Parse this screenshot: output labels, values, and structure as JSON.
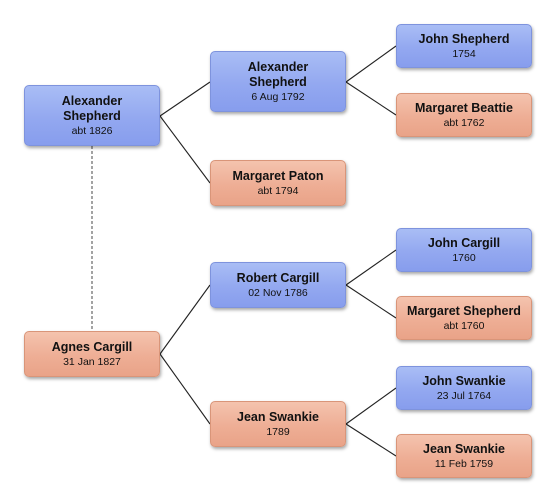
{
  "people": {
    "p1": {
      "name": "Alexander Shepherd",
      "date": "abt 1826",
      "sex": "male"
    },
    "p2": {
      "name": "Agnes Cargill",
      "date": "31 Jan 1827",
      "sex": "female"
    },
    "p3": {
      "name": "Alexander Shepherd",
      "date": "6 Aug 1792",
      "sex": "male"
    },
    "p4": {
      "name": "Margaret Paton",
      "date": "abt 1794",
      "sex": "female"
    },
    "p5": {
      "name": "Robert Cargill",
      "date": "02 Nov 1786",
      "sex": "male"
    },
    "p6": {
      "name": "Jean Swankie",
      "date": "1789",
      "sex": "female"
    },
    "p7": {
      "name": "John Shepherd",
      "date": "1754",
      "sex": "male"
    },
    "p8": {
      "name": "Margaret Beattie",
      "date": "abt 1762",
      "sex": "female"
    },
    "p9": {
      "name": "John Cargill",
      "date": "1760",
      "sex": "male"
    },
    "p10": {
      "name": "Margaret Shepherd",
      "date": "abt 1760",
      "sex": "female"
    },
    "p11": {
      "name": "John Swankie",
      "date": "23 Jul 1764",
      "sex": "male"
    },
    "p12": {
      "name": "Jean Swankie",
      "date": "11 Feb 1759",
      "sex": "female"
    }
  },
  "colors": {
    "male": "#93a8f0",
    "female": "#eeae95",
    "connector": "#222222",
    "marriage_connector": "#666666"
  }
}
